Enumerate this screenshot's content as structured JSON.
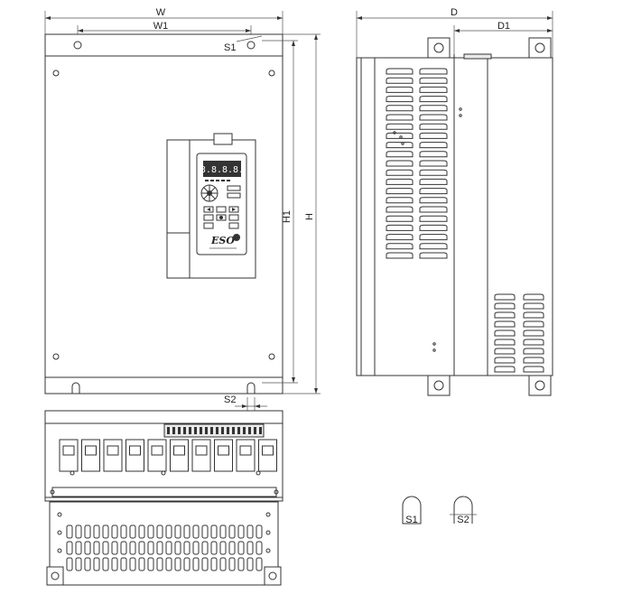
{
  "dimensions": {
    "width": "W",
    "width_mounting": "W1",
    "height": "H",
    "height_mounting": "H1",
    "depth": "D",
    "depth_partial": "D1",
    "slot_top": "S1",
    "slot_bottom": "S2"
  },
  "keypad": {
    "display_text": "8.8.8.8.",
    "brand": "ESO"
  },
  "detail": {
    "slot_label_1": "S1",
    "slot_label_2": "S2"
  }
}
